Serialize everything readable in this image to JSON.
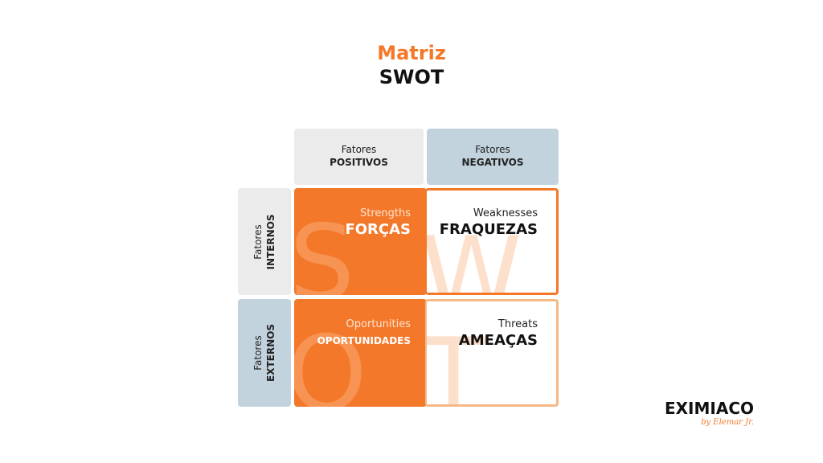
{
  "title": {
    "line1": "Matriz",
    "line2": "SWOT"
  },
  "column_headers": [
    {
      "line1": "Fatores",
      "line2": "POSITIVOS"
    },
    {
      "line1": "Fatores",
      "line2": "NEGATIVOS"
    }
  ],
  "row_headers": [
    {
      "line1": "Fatores",
      "line2": "INTERNOS"
    },
    {
      "line1": "Fatores",
      "line2": "EXTERNOS"
    }
  ],
  "quadrants": {
    "strengths": {
      "sub": "Strengths",
      "main": "FORÇAS",
      "letter": "S"
    },
    "weaknesses": {
      "sub": "Weaknesses",
      "main": "FRAQUEZAS",
      "letter": "W"
    },
    "opportunities": {
      "sub": "Oportunities",
      "main": "OPORTUNIDADES",
      "letter": "O"
    },
    "threats": {
      "sub": "Threats",
      "main": "AMEAÇAS",
      "letter": "T"
    }
  },
  "logo": {
    "brand": "EXIMIACO",
    "byline": "by Elemar Jr."
  },
  "colors": {
    "accent": "#f4782a",
    "blue_header": "#c3d3de",
    "grey_header": "#ebebeb"
  }
}
